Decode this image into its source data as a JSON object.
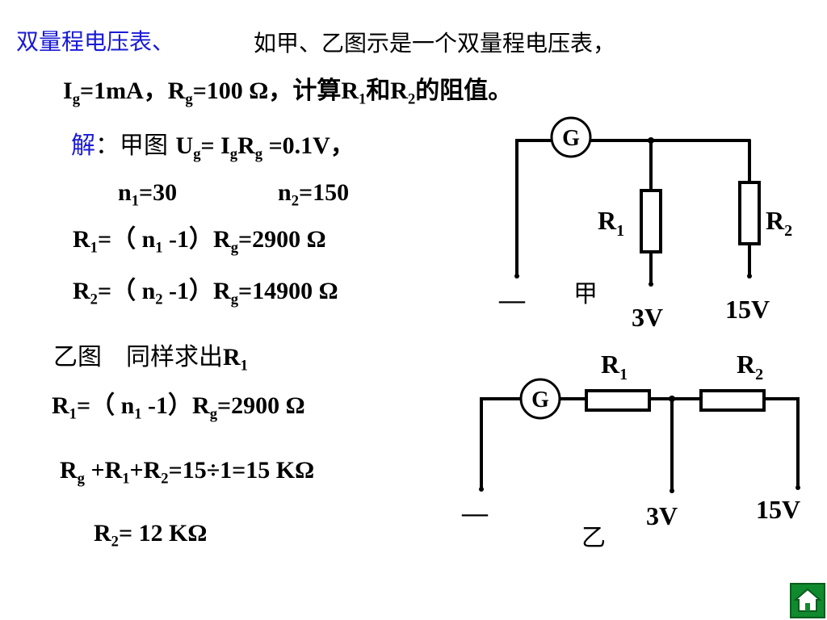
{
  "heading": {
    "title": "双量程电压表、",
    "intro": "如甲、乙图示是一个双量程电压表，"
  },
  "given": {
    "ig_sym": "I",
    "ig_sub": "g",
    "ig_val": "=1mA，",
    "rg_sym": "R",
    "rg_sub": "g",
    "rg_val": "=100 Ω，计算",
    "r1_sym": "R",
    "r1_sub": "1",
    "and": "和",
    "r2_sym": "R",
    "r2_sub": "2",
    "tail": "的阻值。"
  },
  "solution": {
    "label": "解",
    "colon": "：甲图 ",
    "ug_eq": {
      "a": "U",
      "a_sub": "g",
      "b": "= I",
      "b_sub": "g",
      "c": "R",
      "c_sub": "g",
      "d": " =0.1V，"
    },
    "n1": {
      "sym": "n",
      "sub": "1",
      "val": "=30"
    },
    "n2": {
      "sym": "n",
      "sub": "2",
      "val": "=150"
    },
    "r1_eq": {
      "sym": "R",
      "sub": "1",
      "mid": "=（ n",
      "msub": "1",
      "rest": " -1）R",
      "rsub": "g",
      "val": "=2900 Ω"
    },
    "r2_eq": {
      "sym": "R",
      "sub": "2",
      "mid": "=（ n",
      "msub": "2",
      "rest": " -1）R",
      "rsub": "g",
      "val": "=14900 Ω"
    }
  },
  "part_b": {
    "heading": "乙图　同样求出",
    "heading_sym": "R",
    "heading_sub": "1",
    "r1_eq": {
      "sym": "R",
      "sub": "1",
      "mid": "=（ n",
      "msub": "1",
      "rest": " -1）R",
      "rsub": "g",
      "val": "=2900 Ω"
    },
    "sum_eq": {
      "a": "R",
      "a_sub": "g",
      "b": " +R",
      "b_sub": "1",
      "c": "+R",
      "c_sub": "2",
      "d": "=15÷1=15 KΩ"
    },
    "r2_eq": {
      "sym": "R",
      "sub": "2",
      "val": "= 12 KΩ"
    }
  },
  "circuit_a": {
    "galvanometer": "G",
    "r1": "R",
    "r1_sub": "1",
    "r2": "R",
    "r2_sub": "2",
    "neg": "—",
    "name": "甲",
    "t1": "3V",
    "t2": "15V"
  },
  "circuit_b": {
    "galvanometer": "G",
    "r1": "R",
    "r1_sub": "1",
    "r2": "R",
    "r2_sub": "2",
    "neg": "—",
    "name": "乙",
    "t1": "3V",
    "t2": "15V"
  },
  "nav": {
    "home_icon": "home-icon"
  },
  "colors": {
    "accent": "#1a1ad6",
    "nav": "#0f8a2e"
  }
}
